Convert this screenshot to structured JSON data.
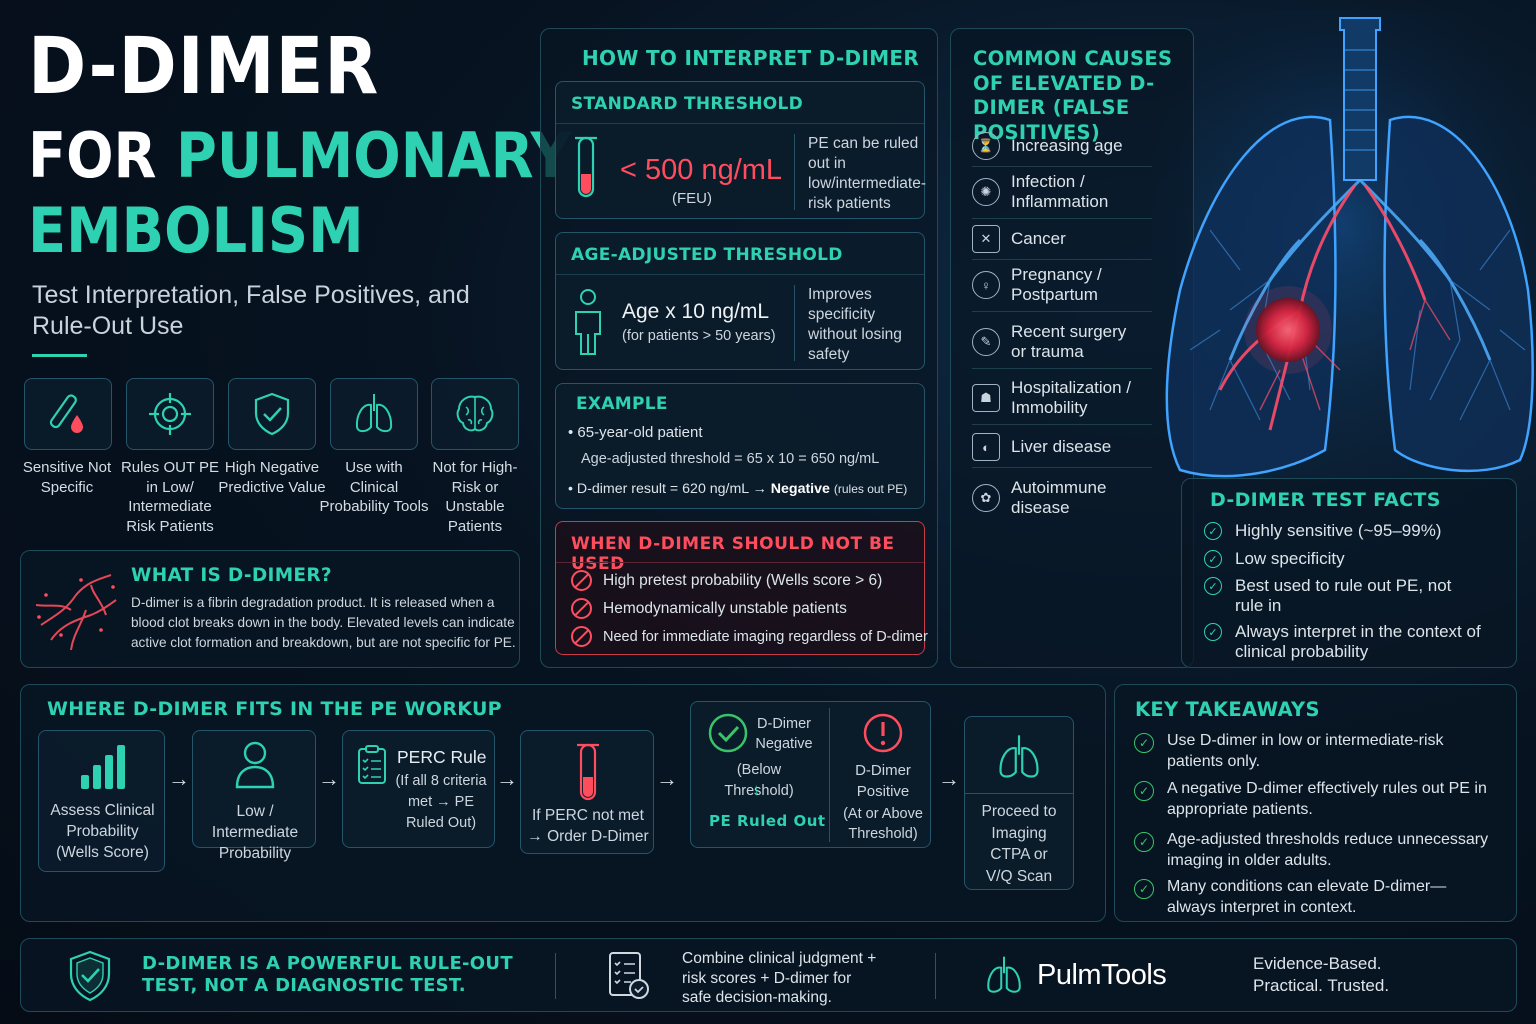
{
  "title": {
    "line1": "D-DIMER",
    "line2_white": "FOR",
    "line2_teal": "PULMONARY",
    "line3": "EMBOLISM",
    "subtitle": "Test Interpretation, False Positives, and Rule-Out Use"
  },
  "features": [
    {
      "icon": "test-tube-drop-icon",
      "label": "Sensitive Not Specific"
    },
    {
      "icon": "target-icon",
      "label": "Rules OUT PE in Low/ Intermediate Risk Patients"
    },
    {
      "icon": "shield-check-icon",
      "label": "High Negative Predictive Value"
    },
    {
      "icon": "lungs-icon",
      "label": "Use with Clinical Probability Tools"
    },
    {
      "icon": "brain-icon",
      "label": "Not for High-Risk or Unstable Patients"
    }
  ],
  "what_is": {
    "title": "WHAT IS D-DIMER?",
    "text": "D-dimer is a fibrin degradation product. It is released when a blood clot breaks down in the body. Elevated levels can indicate active clot formation and breakdown, but are not specific for PE."
  },
  "interpret": {
    "title": "HOW TO INTERPRET D-DIMER",
    "standard": {
      "title": "STANDARD THRESHOLD",
      "value": "< 500 ng/mL",
      "unit": "(FEU)",
      "note": "PE can be ruled out in low/intermediate-risk patients"
    },
    "age": {
      "title": "AGE-ADJUSTED THRESHOLD",
      "value": "Age x 10 ng/mL",
      "sub": "(for patients > 50 years)",
      "note": "Improves specificity without losing safety"
    },
    "example": {
      "title": "EXAMPLE",
      "line1": "• 65-year-old patient",
      "line2": "Age-adjusted threshold = 65 x 10 = 650 ng/mL",
      "line3_a": "• D-dimer result = 620 ng/mL →",
      "line3_b": "Negative",
      "line3_c": "(rules out PE)"
    },
    "not_used": {
      "title": "WHEN D-DIMER SHOULD NOT BE USED",
      "items": [
        "High pretest probability (Wells score > 6)",
        "Hemodynamically unstable patients",
        "Need for immediate imaging regardless of D-dimer"
      ]
    }
  },
  "causes": {
    "title": "COMMON CAUSES OF ELEVATED D-DIMER (FALSE POSITIVES)",
    "items": [
      {
        "icon": "age-icon",
        "label": "Increasing age"
      },
      {
        "icon": "virus-icon",
        "label": "Infection / Inflammation"
      },
      {
        "icon": "ribbon-icon",
        "label": "Cancer"
      },
      {
        "icon": "pregnancy-icon",
        "label": "Pregnancy / Postpartum"
      },
      {
        "icon": "scalpel-icon",
        "label": "Recent surgery or trauma"
      },
      {
        "icon": "bed-icon",
        "label": "Hospitalization / Immobility"
      },
      {
        "icon": "liver-icon",
        "label": "Liver disease"
      },
      {
        "icon": "immune-icon",
        "label": "Autoimmune disease"
      }
    ]
  },
  "facts": {
    "title": "D-DIMER TEST FACTS",
    "items": [
      "Highly sensitive (~95–99%)",
      "Low specificity",
      "Best used to rule out PE, not rule in",
      "Always interpret in the context of clinical probability"
    ]
  },
  "workup": {
    "title": "WHERE D-DIMER FITS IN THE PE WORKUP",
    "step1": "Assess Clinical Probability (Wells Score)",
    "step2": "Low / Intermediate Probability",
    "step3_title": "PERC Rule",
    "step3_sub": "(If all 8 criteria met → PE Ruled Out)",
    "step4": "If PERC not met → Order D-Dimer",
    "neg_title": "D-Dimer Negative",
    "neg_sub": "(Below Threshold)",
    "neg_down": "↓",
    "neg_result": "PE Ruled Out",
    "pos_title": "D-Dimer Positive",
    "pos_sub": "(At or Above Threshold)",
    "step6": "Proceed to Imaging CTPA or V/Q Scan",
    "arrow": "→"
  },
  "takeaways": {
    "title": "KEY TAKEAWAYS",
    "items": [
      "Use D-dimer in low or intermediate-risk patients only.",
      "A negative D-dimer effectively rules out PE in appropriate patients.",
      "Age-adjusted thresholds reduce unnecessary imaging in older adults.",
      "Many conditions can elevate D-dimer— always interpret in context."
    ]
  },
  "footer": {
    "headline": "D-DIMER IS A POWERFUL RULE-OUT TEST, NOT A DIAGNOSTIC TEST.",
    "combine": "Combine clinical judgment + risk scores + D-dimer for safe decision-making.",
    "brand": "PulmTools",
    "tagline": "Evidence-Based. Practical. Trusted."
  },
  "colors": {
    "accent": "#2fd1b3",
    "danger": "#ff4d5e",
    "success": "#3ac46a",
    "background": "#071321"
  }
}
